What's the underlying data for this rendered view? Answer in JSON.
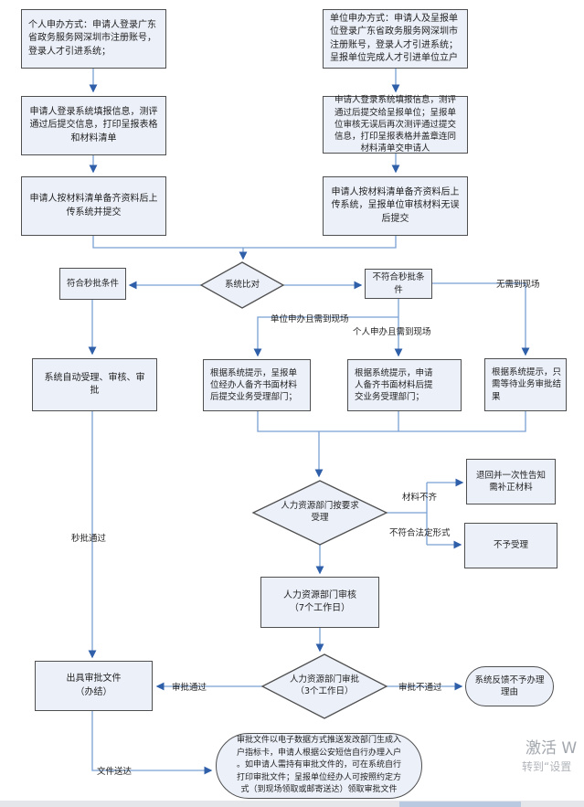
{
  "nodes": {
    "personal_step1": "个人申办方式：申请人登录广东\n省政务服务网深圳市注册账号，\n登录人才引进系统；",
    "personal_step2": "申请人登录系统填报信息，测评\n通过后提交信息，打印呈报表格\n和材料清单",
    "personal_step3": "申请人按材料清单备齐资料后上\n传系统并提交",
    "unit_step1": "单位申办方式：申请人及呈报单\n位登录广东省政务服务网深圳市\n注册账号，登录人才引进系统；\n呈报单位完成人才引进单位立户",
    "unit_step2": "申请人登录系统填报信息，测评\n通过后提交给呈报单位；呈报单\n位审核无误后再次测评通过提交\n信息，打印呈报表格并盖章连同\n材料清单交申请人",
    "unit_step3": "申请人按材料清单备齐资料后上\n传系统，呈报单位审核材料无误\n后提交",
    "compare_diamond": "系统比对",
    "match_box": "符合秒批条件",
    "nomatch_box": "不符合秒批条\n件",
    "auto_box": "系统自动受理、审核、审\n批",
    "unit_onsite_box": "根据系统提示，呈报单\n位经办人备齐书面材料\n后提交业务受理部门；",
    "person_onsite_box": "根据系统提示，申请\n人备齐书面材料后提\n交业务受理部门；",
    "wait_box": "根据系统提示，只\n需等待业务审批结\n果",
    "accept_diamond": "人力资源部门按要求\n受理",
    "return_box": "退回并一次性告知\n需补正材料",
    "reject_box": "不予受理",
    "review_box": "人力资源部门审核\n（7个工作日）",
    "approve_diamond": "人力资源部门审批\n（3个工作日）",
    "issue_box": "出具审批文件\n（办结）",
    "feedback_stadium": "系统反馈不予办理\n理由",
    "note_ellipse": "审批文件以电子数据方式推送发改部门生成入\n户指标卡，申请人根据公安短信自行办理入户\n。如申请人需持有审批文件的，可在系统自行\n打印审批文件；呈报单位经办人可按照约定方\n式（到现场领取或邮寄送达）领取审批文件"
  },
  "edge_labels": {
    "unit_onsite": "单位申办且需到现场",
    "person_onsite": "个人申办且需到现场",
    "no_onsite": "无需到现场",
    "instant_pass": "秒批通过",
    "materials_incomplete": "材料不齐",
    "not_legal_form": "不符合法定形式",
    "approved": "审批通过",
    "not_approved": "审批不通过",
    "document_delivery": "文件送达"
  },
  "watermark": {
    "line1": "激活 W",
    "line2": "转到“设置"
  },
  "colors": {
    "node_fill": "#ecf0f9",
    "node_border": "#4f4f4f",
    "connector": "#7aa0d4",
    "arrowhead": "#2f5fa8",
    "text": "#1f1f1f",
    "watermark": "#a6abb3"
  }
}
